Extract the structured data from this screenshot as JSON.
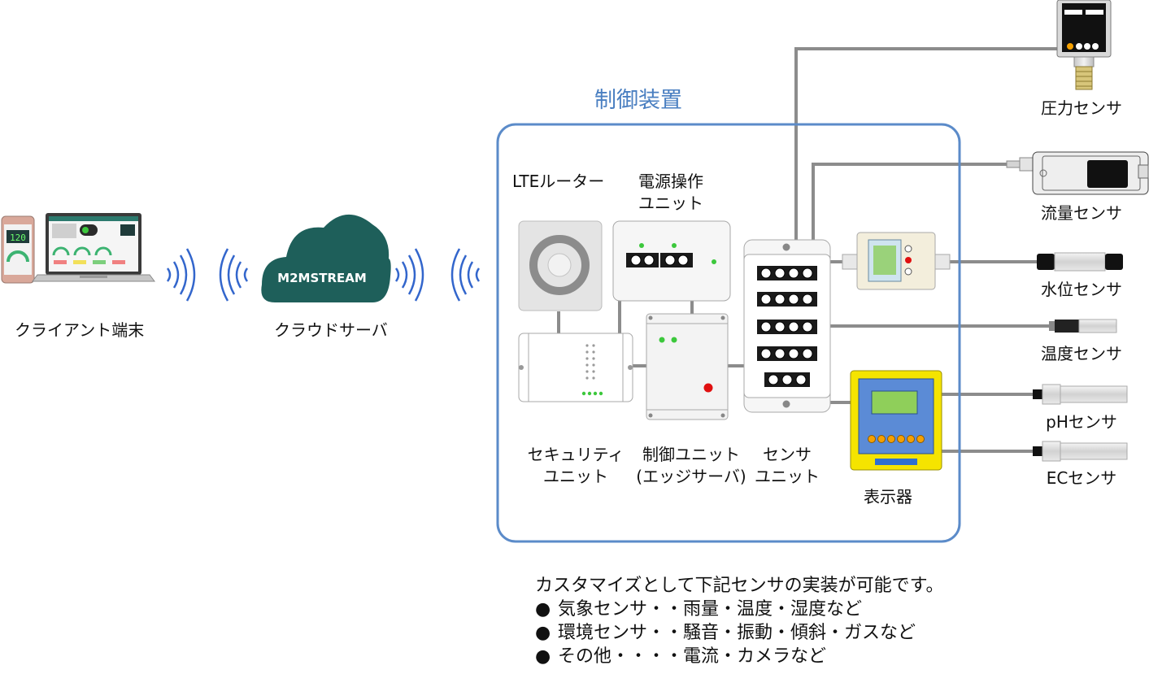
{
  "control_box": {
    "title": "制御装置"
  },
  "devices": {
    "client": "クライアント端末",
    "cloud": "クラウドサーバ",
    "cloud_logo": "M2MSTREAM",
    "lte_router": "LTEルーター",
    "power_unit": [
      "電源操作",
      "ユニット"
    ],
    "security_unit": [
      "セキュリティ",
      "ユニット"
    ],
    "control_unit": [
      "制御ユニット",
      "(エッジサーバ)"
    ],
    "sensor_unit": [
      "センサ",
      "ユニット"
    ],
    "display": "表示器"
  },
  "sensors": {
    "pressure": "圧力センサ",
    "flow": "流量センサ",
    "water_level": "水位センサ",
    "temperature": "温度センサ",
    "ph": "pHセンサ",
    "ec": "ECセンサ"
  },
  "notes": {
    "heading": "カスタマイズとして下記センサの実装が可能です。",
    "bullet_symbol": "●",
    "items": [
      "気象センサ・・雨量・温度・湿度など",
      "環境センサ・・騒音・振動・傾斜・ガスなど",
      "その他・・・・電流・カメラなど"
    ]
  },
  "colors": {
    "box_border": "#5b8bc9",
    "title": "#4a7fc1",
    "cloud": "#1e5f5a",
    "wire": "#8c8c8c",
    "display_yellow": "#f5e400",
    "display_blue": "#5b8bd6",
    "lcd_green": "#8fcf5a",
    "led_green": "#3cc83c",
    "led_red": "#e01010",
    "button_orange": "#f5a000"
  }
}
